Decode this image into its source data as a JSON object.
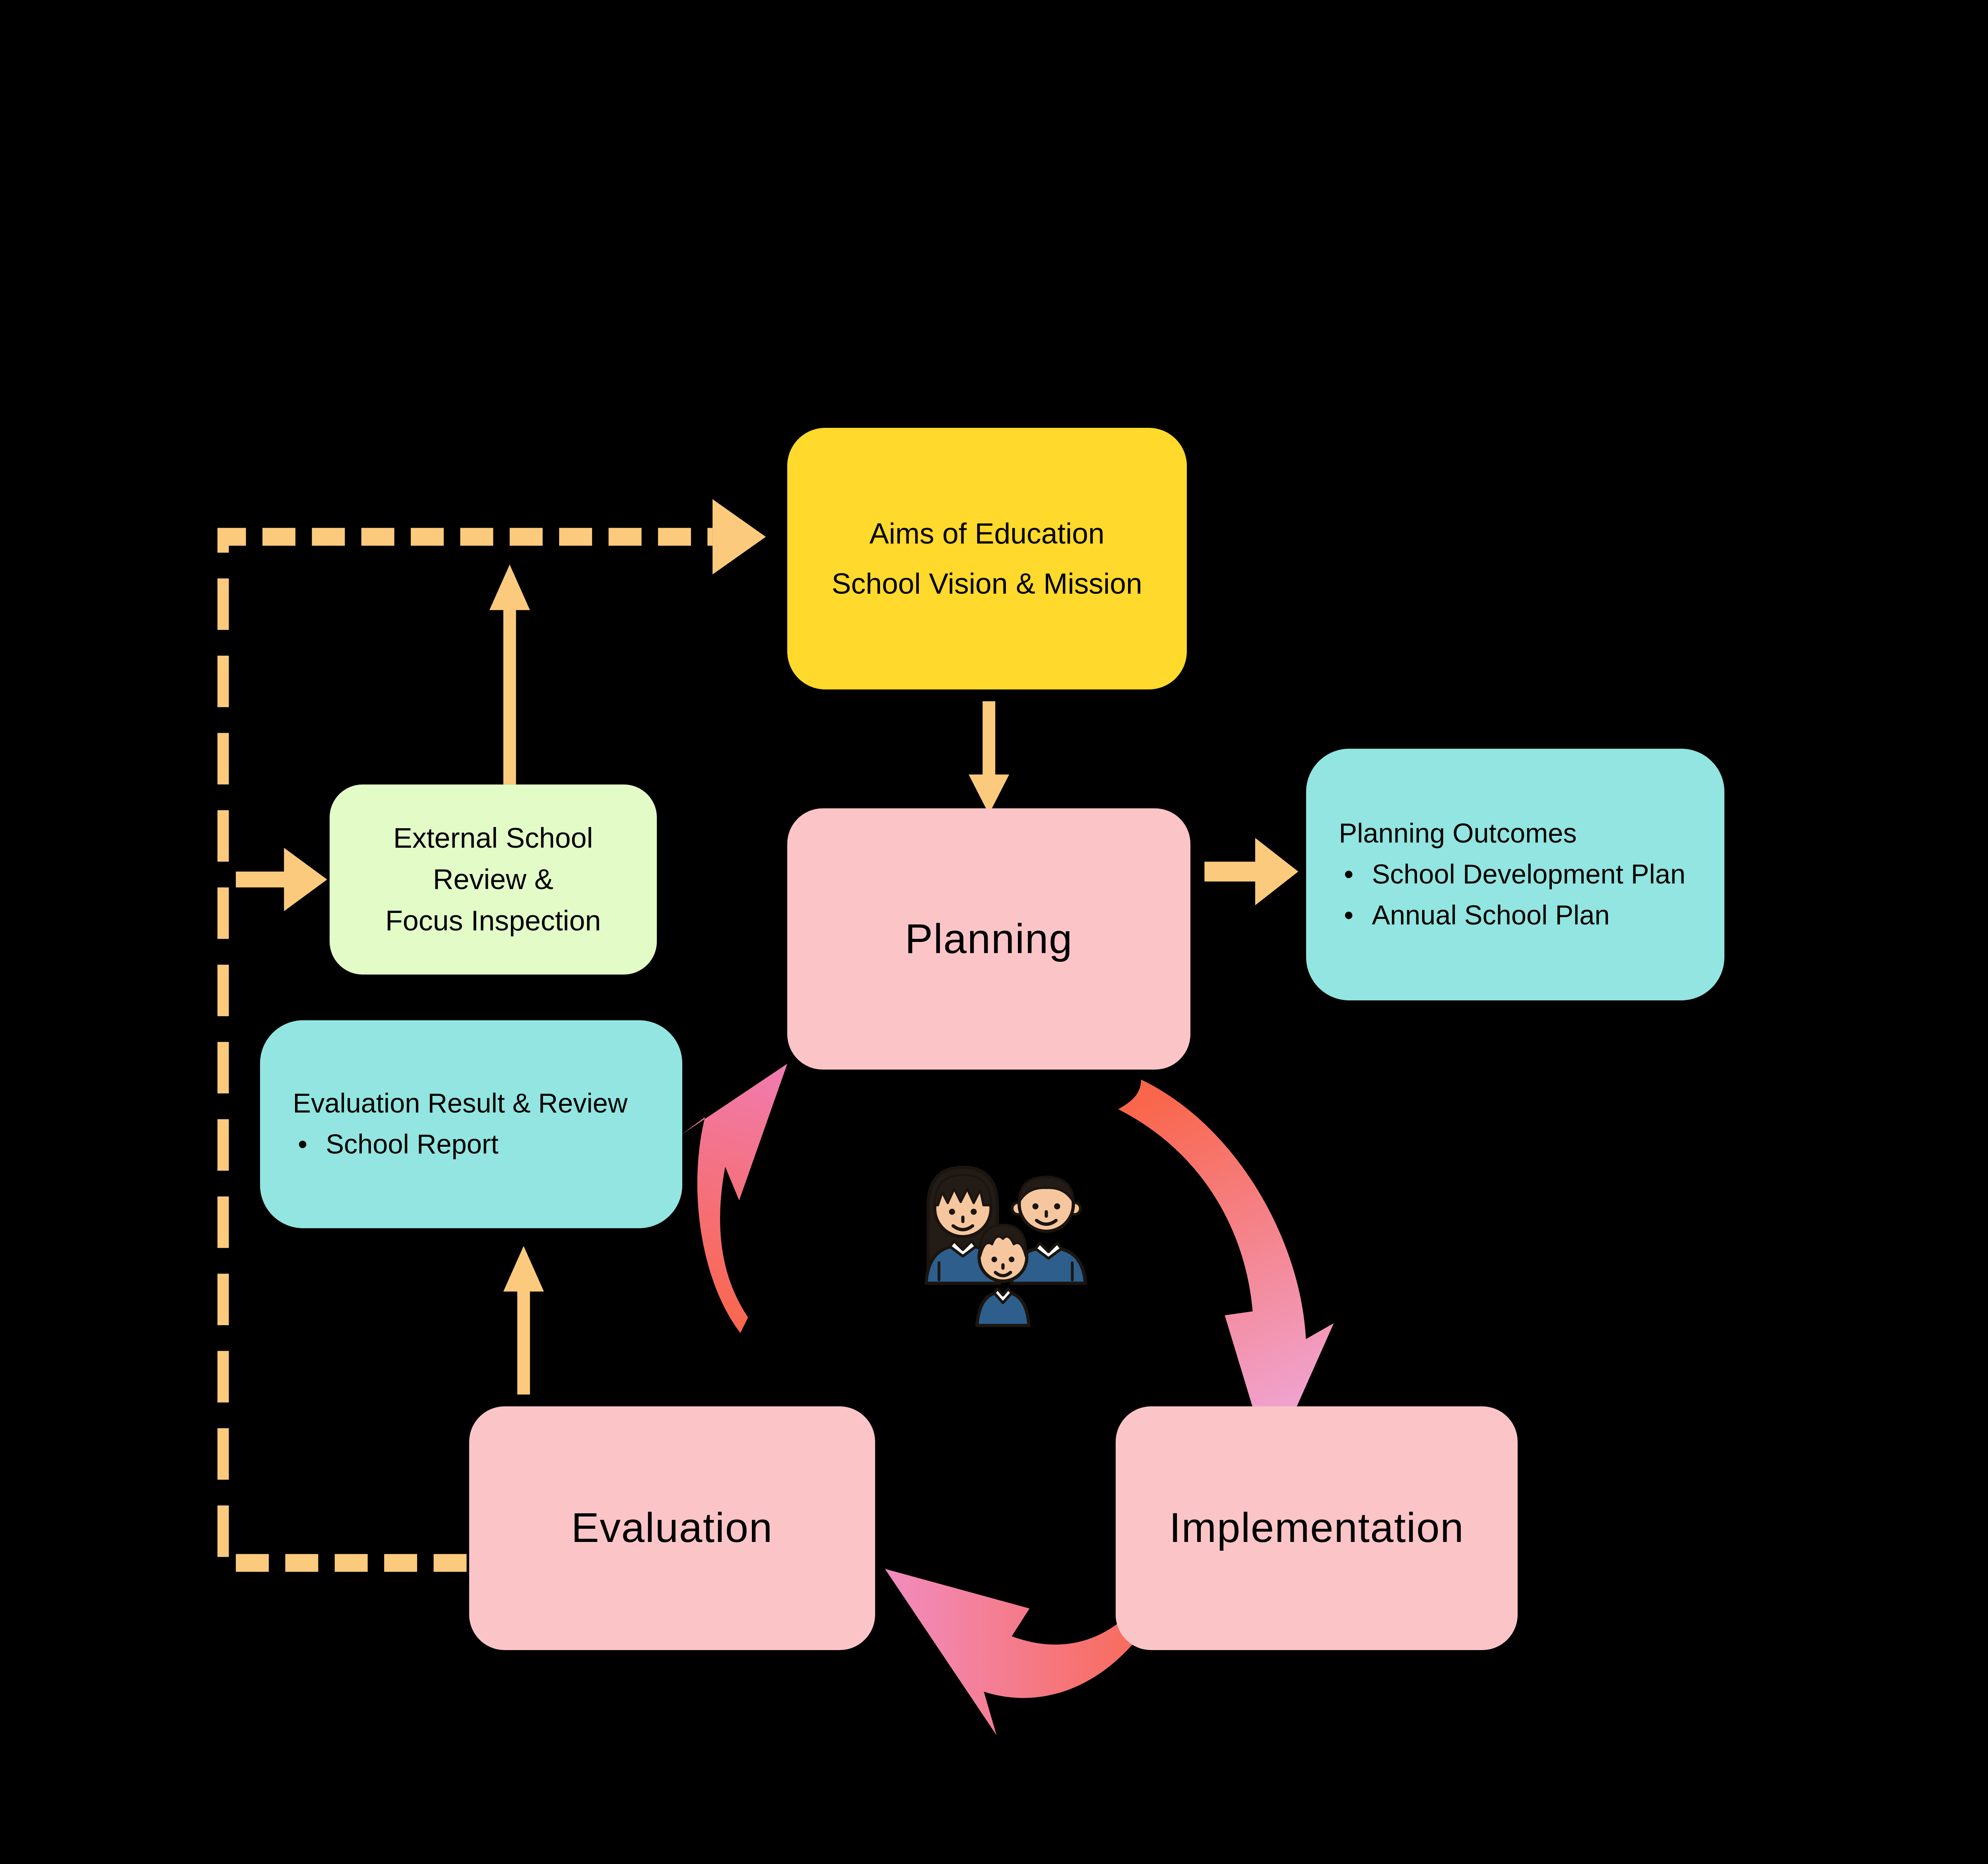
{
  "diagram": {
    "background": "#000000",
    "colors": {
      "box_yellow": "#FFD92B",
      "box_green": "#E3FBC7",
      "box_pink": "#FBC5C8",
      "box_teal": "#92E5E0",
      "text": "#141414",
      "arrow": "#FCCA7D",
      "swoosh_orange": "#F9664B",
      "swoosh_pink_light": "#EFAADF",
      "swoosh_pink": "#F18CBE",
      "swoosh_magenta": "#F07CB3"
    },
    "nodes": {
      "aims": {
        "line1": "Aims of Education",
        "line2": "School Vision & Mission"
      },
      "external_review": {
        "line1": "External School",
        "line2": "Review &",
        "line3": "Focus Inspection"
      },
      "planning": {
        "label": "Planning"
      },
      "planning_outcomes": {
        "title": "Planning Outcomes",
        "bullet1": "School Development Plan",
        "bullet2": "Annual School Plan"
      },
      "evaluation_result": {
        "title": "Evaluation Result & Review",
        "bullet1": "School Report"
      },
      "evaluation": {
        "label": "Evaluation"
      },
      "implementation": {
        "label": "Implementation"
      }
    },
    "icons": {
      "students": "three-students"
    }
  }
}
